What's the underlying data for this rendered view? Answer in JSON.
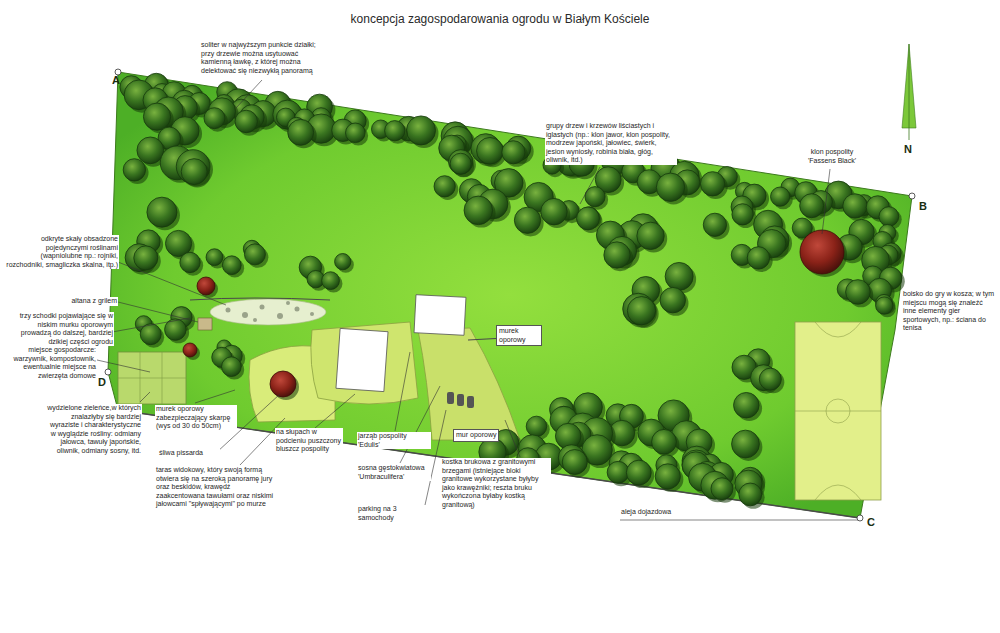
{
  "diagram": {
    "title": "koncepcja zagospodarowania ogrodu w Białym Kościele",
    "labels": [
      "A",
      "soliter w najwyższym punkcie działki; przy drzewie można usytuować kamienną ławkę, z której można delektować się niezwykłą panoramą",
      "grupy drzew i krzewów liściastych i iglastych (np.: klon jawor, klon pospolity, modrzew japoński, jałowiec, świerk, jesion wyniosły, robinia biała, głóg, oliwnik, itd.)",
      "klon pospolity 'Fassens Black'",
      "odkryte skały obsadzone pojedynczymi roślinami (wapniolubne np.: rojniki, rozchodniki, smagliczka skalna, itp.)",
      "altana z grilem",
      "trzy schodki pojawiające się w niskim murku oporowym prowadzą do dalszej, bardziej dzikiej części ogrodu",
      "miejsce gospodarcze: warzywnik, kompostownik, ewentualnie miejsce na zwierzęta domowe",
      "D",
      "wydzielone zieleńce,w których znalazłyby się bardziej wyraziste i charakterystyczne w wyglądzie rośliny: odmiany jałowca, tawuły japońskie, oliwnik, odmiany sosny, itd.",
      "murek oporowy zabezpieczający skarpę (wys od 30 do 50cm)",
      "śliwa pissarda",
      "taras widokowy, który swoją formą otwiera się na szeroką panoramę jury oraz beskidów, krawędź zaakcentowana tawułami oraz niskimi jałowcami \"spływającymi\" po murze",
      "na słupach w podcieniu puszczony bluszcz pospolity",
      "jarząb pospolity 'Edulis'",
      "sosna gęstokwiatowa 'Umbraculifera'",
      "parking na 3 samochody",
      "kostka brukowa z granitowymi brzegami (istniejące bloki granitowe wykorzystane byłyby jako krawężniki; reszta bruku wykończona byłaby kostką granitową)",
      "murek oporowy",
      "mur oporowy",
      "B",
      "boisko do gry w kosza; w tym miejscu mogą się znaleźć inne elementy gier sportowych, np.: ściana do tenisa",
      "aleja dojazdowa",
      "C",
      "N"
    ]
  }
}
